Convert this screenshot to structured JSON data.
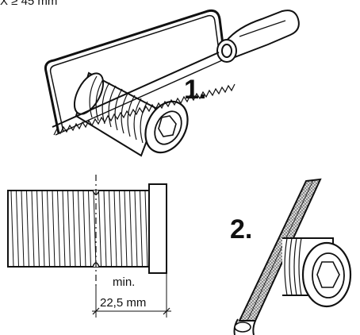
{
  "header": {
    "text": "X ≥ 45 mm"
  },
  "steps": [
    {
      "label": "1."
    },
    {
      "label": "2."
    }
  ],
  "dimension": {
    "label": "min.",
    "value": "22,5 mm"
  }
}
